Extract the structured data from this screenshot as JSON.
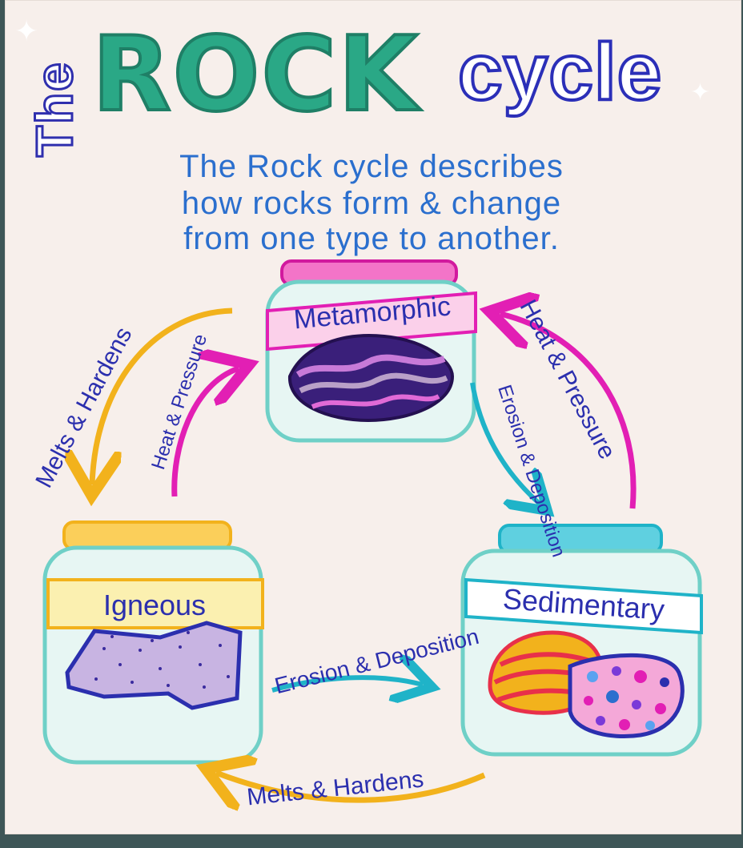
{
  "title": {
    "the": "The",
    "rock": "ROCK",
    "cycle": "cycle"
  },
  "description": {
    "line1": "The Rock cycle describes",
    "line2": "how rocks form & change",
    "line3": "from one type to another."
  },
  "jars": {
    "metamorphic": "Metamorphic",
    "igneous": "Igneous",
    "sedimentary": "Sedimentary"
  },
  "arrows": {
    "melts_hardens_left": "Melts & Hardens",
    "heat_pressure_left": "Heat & Pressure",
    "heat_pressure_right": "Heat & Pressure",
    "erosion_deposition_right": "Erosion & Deposition",
    "erosion_deposition_bottom": "Erosion & Deposition",
    "melts_hardens_bottom": "Melts & Hardens"
  },
  "colors": {
    "title_green": "#2aa886",
    "title_blue": "#2b2fb8",
    "text_blue": "#2b6fce",
    "label_navy": "#2b2fae",
    "arrow_yellow": "#f2b21c",
    "arrow_magenta": "#e21fb4",
    "arrow_teal": "#1fb3c8",
    "jar_teal": "#7fd8cf"
  },
  "icons": {
    "sparkle": "sparkle-icon"
  }
}
